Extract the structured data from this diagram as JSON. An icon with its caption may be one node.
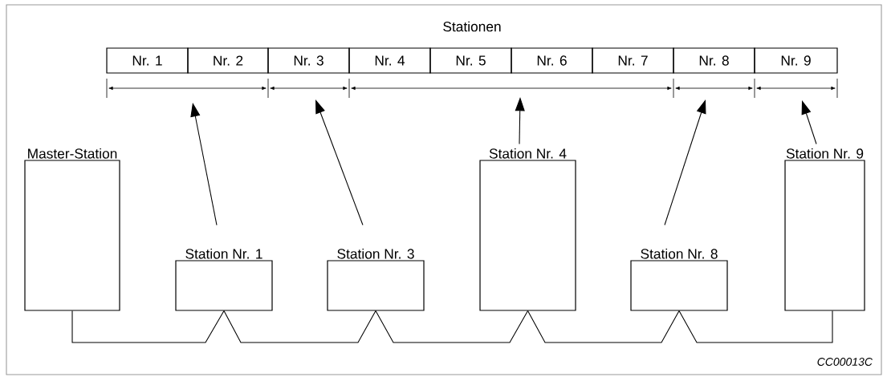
{
  "diagram": {
    "title": "Stationen",
    "nodes": [
      {
        "text": [
          "Nr. 1"
        ]
      },
      {
        "text": [
          "Nr. 2"
        ]
      },
      {
        "text": [
          "Nr. 3"
        ]
      },
      {
        "text": [
          "Nr. 4"
        ]
      },
      {
        "text": [
          "Nr. 5"
        ]
      },
      {
        "text": [
          "Nr. 6"
        ]
      },
      {
        "text": [
          "Nr. 7"
        ]
      },
      {
        "text": [
          "Nr. 8"
        ]
      },
      {
        "text": [
          "Nr. 9"
        ]
      },
      {
        "text": [
          "Master-Station"
        ]
      },
      {
        "text": [
          "Station Nr. 1"
        ]
      },
      {
        "text": [
          "Station Nr. 3"
        ]
      },
      {
        "text": [
          "Station Nr. 4"
        ]
      },
      {
        "text": [
          "Station Nr. 8"
        ]
      },
      {
        "text": [
          "Station Nr. 9"
        ]
      }
    ],
    "edges": [
      {
        "from": 9,
        "to": 10,
        "arrow": "none"
      },
      {
        "from": 10,
        "to": 11,
        "arrow": "none"
      },
      {
        "from": 11,
        "to": 12,
        "arrow": "none"
      },
      {
        "from": 12,
        "to": 13,
        "arrow": "none"
      },
      {
        "from": 13,
        "to": 14,
        "arrow": "none"
      },
      {
        "from": 10,
        "to": null,
        "arrow": "to"
      },
      {
        "from": 11,
        "to": null,
        "arrow": "to"
      },
      {
        "from": 12,
        "to": null,
        "arrow": "to"
      },
      {
        "from": 13,
        "to": null,
        "arrow": "to"
      },
      {
        "from": 14,
        "to": null,
        "arrow": "to"
      }
    ],
    "labels": [
      "CC00013C"
    ]
  }
}
